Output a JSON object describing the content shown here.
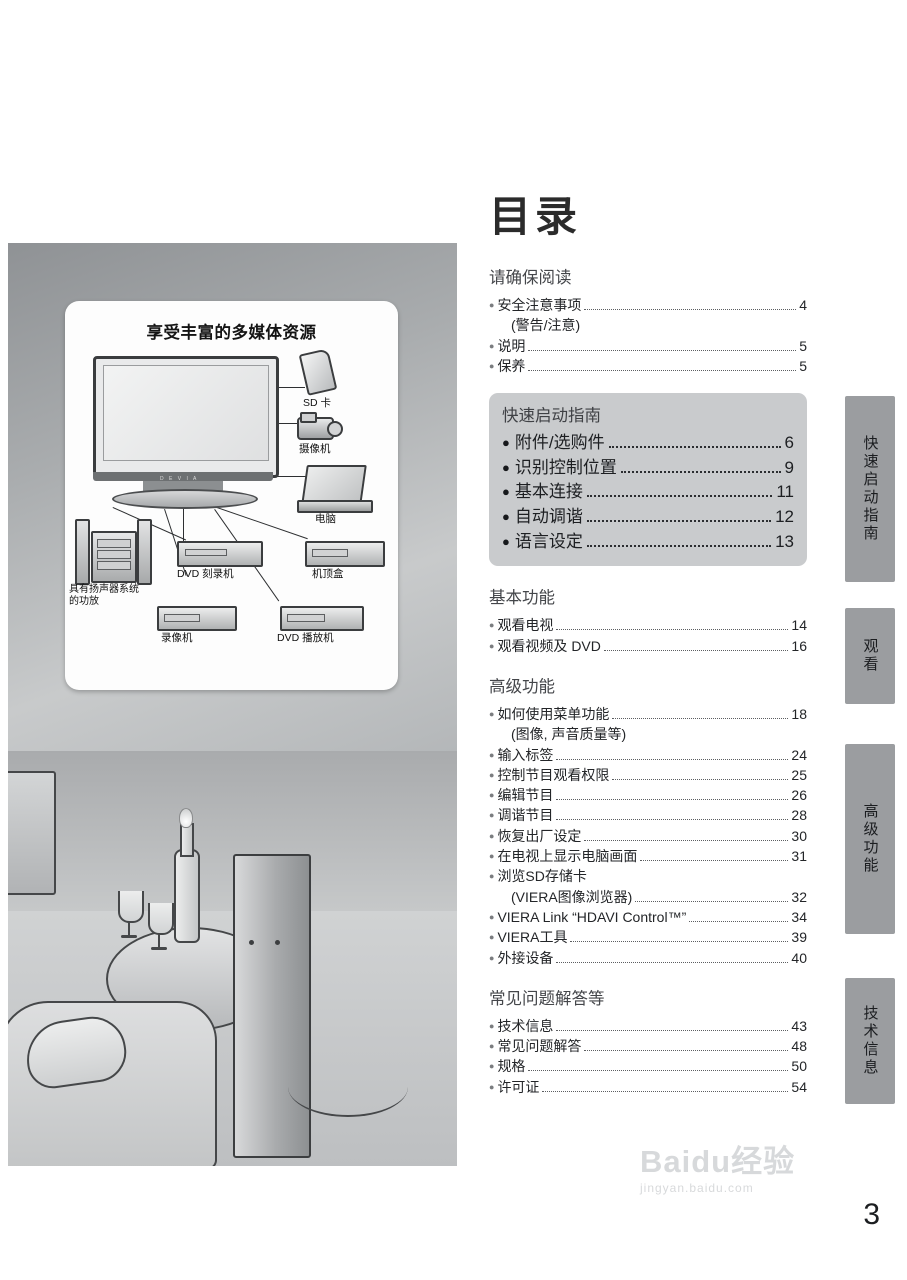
{
  "page": {
    "number": "3"
  },
  "illustration": {
    "card_title": "享受丰富的多媒体资源",
    "labels": {
      "sd_card": "SD 卡",
      "camcorder": "摄像机",
      "pc": "电脑",
      "amp": "具有扬声器系统\n的功放",
      "dvd_recorder": "DVD 刻录机",
      "set_top_box": "机顶盒",
      "vcr": "录像机",
      "dvd_player": "DVD 播放机",
      "tv_logo": "D E V I A"
    }
  },
  "toc": {
    "title": "目录",
    "sections": [
      {
        "heading": "请确保阅读",
        "style": "plain",
        "items": [
          {
            "bullet": true,
            "text": "安全注意事项",
            "page": "4"
          },
          {
            "bullet": false,
            "sub": true,
            "text": "(警告/注意)",
            "page": ""
          },
          {
            "bullet": true,
            "text": "说明",
            "page": "5"
          },
          {
            "bullet": true,
            "text": "保养",
            "page": "5"
          }
        ]
      },
      {
        "heading": "快速启动指南",
        "style": "block",
        "items": [
          {
            "bullet": true,
            "text": "附件/选购件",
            "page": "6"
          },
          {
            "bullet": true,
            "text": "识别控制位置",
            "page": "9"
          },
          {
            "bullet": true,
            "text": "基本连接",
            "page": "11"
          },
          {
            "bullet": true,
            "text": "自动调谐",
            "page": "12"
          },
          {
            "bullet": true,
            "text": "语言设定",
            "page": "13"
          }
        ]
      },
      {
        "heading": "基本功能",
        "style": "plain",
        "items": [
          {
            "bullet": true,
            "text": "观看电视",
            "page": "14"
          },
          {
            "bullet": true,
            "text": "观看视频及 DVD",
            "page": "16"
          }
        ]
      },
      {
        "heading": "高级功能",
        "style": "plain",
        "items": [
          {
            "bullet": true,
            "text": "如何使用菜单功能",
            "page": "18"
          },
          {
            "bullet": false,
            "sub": true,
            "text": "(图像, 声音质量等)",
            "page": ""
          },
          {
            "bullet": true,
            "text": "输入标签",
            "page": "24"
          },
          {
            "bullet": true,
            "text": "控制节目观看权限",
            "page": "25"
          },
          {
            "bullet": true,
            "text": "编辑节目",
            "page": "26"
          },
          {
            "bullet": true,
            "text": "调谐节目",
            "page": "28"
          },
          {
            "bullet": true,
            "text": "恢复出厂设定",
            "page": "30"
          },
          {
            "bullet": true,
            "text": "在电视上显示电脑画面",
            "page": "31"
          },
          {
            "bullet": true,
            "text": "浏览SD存储卡",
            "page": ""
          },
          {
            "bullet": false,
            "sub": true,
            "text": "(VIERA图像浏览器)",
            "page": "32"
          },
          {
            "bullet": true,
            "text": "VIERA Link “HDAVI Control™”",
            "page": "34"
          },
          {
            "bullet": true,
            "text": "VIERA工具",
            "page": "39"
          },
          {
            "bullet": true,
            "text": "外接设备",
            "page": "40"
          }
        ]
      },
      {
        "heading": "常见问题解答等",
        "style": "plain",
        "items": [
          {
            "bullet": true,
            "text": "技术信息",
            "page": "43"
          },
          {
            "bullet": true,
            "text": "常见问题解答",
            "page": "48"
          },
          {
            "bullet": true,
            "text": "规格",
            "page": "50"
          },
          {
            "bullet": true,
            "text": "许可证",
            "page": "54"
          }
        ]
      }
    ]
  },
  "side_tabs": [
    {
      "label": "快速启动指南"
    },
    {
      "label": "观看"
    },
    {
      "label": "高级功能"
    },
    {
      "label": "技术信息"
    }
  ],
  "watermark": {
    "main": "Baidu经验",
    "sub": "jingyan.baidu.com"
  },
  "colors": {
    "tab_bg": "#9b9da0",
    "quickstart_bg": "#c9cbcd",
    "heading": "#44464a",
    "text": "#232528"
  }
}
